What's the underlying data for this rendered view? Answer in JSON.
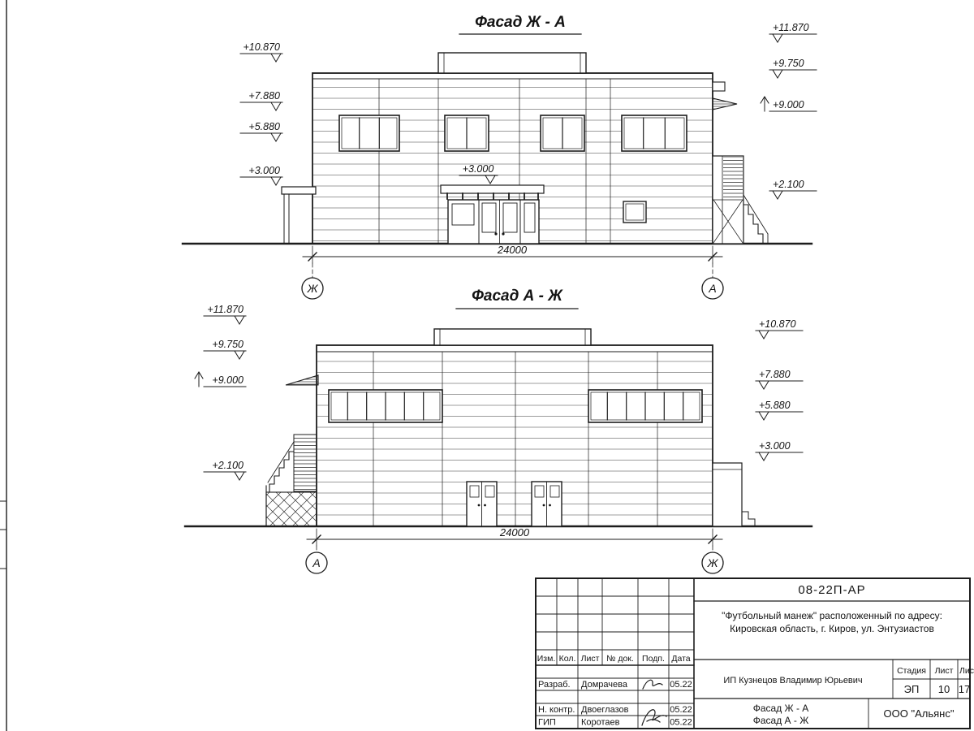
{
  "sheet": {
    "paper_color": "#ffffff",
    "ink_color": "#1c1c1c"
  },
  "drawings": {
    "top": {
      "title": "Фасад Ж - А",
      "left_marks": [
        "+10.870",
        "+7.880",
        "+5.880",
        "+3.000"
      ],
      "right_marks": [
        "+11.870",
        "+9.750",
        "+9.000",
        "+2.100"
      ],
      "mid_mark": "+3.000",
      "dimension": "24000",
      "axis_left": "Ж",
      "axis_right": "А"
    },
    "bottom": {
      "title": "Фасад А - Ж",
      "left_marks": [
        "+11.870",
        "+9.750",
        "+9.000",
        "+2.100"
      ],
      "right_marks": [
        "+10.870",
        "+7.880",
        "+5.880",
        "+3.000"
      ],
      "dimension": "24000",
      "axis_left": "А",
      "axis_right": "Ж"
    }
  },
  "title_block": {
    "doc_number": "08-22П-АР",
    "project_line1": "\"Футбольный манеж\" расположенный по адресу:",
    "project_line2": "Кировская область, г. Киров, ул. Энтузиастов",
    "columns": [
      "Изм.",
      "Кол.",
      "Лист",
      "№ док.",
      "Подп.",
      "Дата"
    ],
    "rows": [
      {
        "role": "Разраб.",
        "name": "Домрачева",
        "date": "05.22"
      },
      {
        "role": "Н. контр.",
        "name": "Двоеглазов",
        "date": "05.22"
      },
      {
        "role": "ГИП",
        "name": "Коротаев",
        "date": "05.22"
      }
    ],
    "client": "ИП Кузнецов Владимир Юрьевич",
    "stage_label": "Стадия",
    "sheet_label": "Лист",
    "sheets_label": "Листов",
    "stage": "ЭП",
    "sheet_no": "10",
    "sheets_total": "17",
    "sheet_name_line1": "Фасад Ж - А",
    "sheet_name_line2": "Фасад А - Ж",
    "company": "ООО \"Альянс\""
  }
}
